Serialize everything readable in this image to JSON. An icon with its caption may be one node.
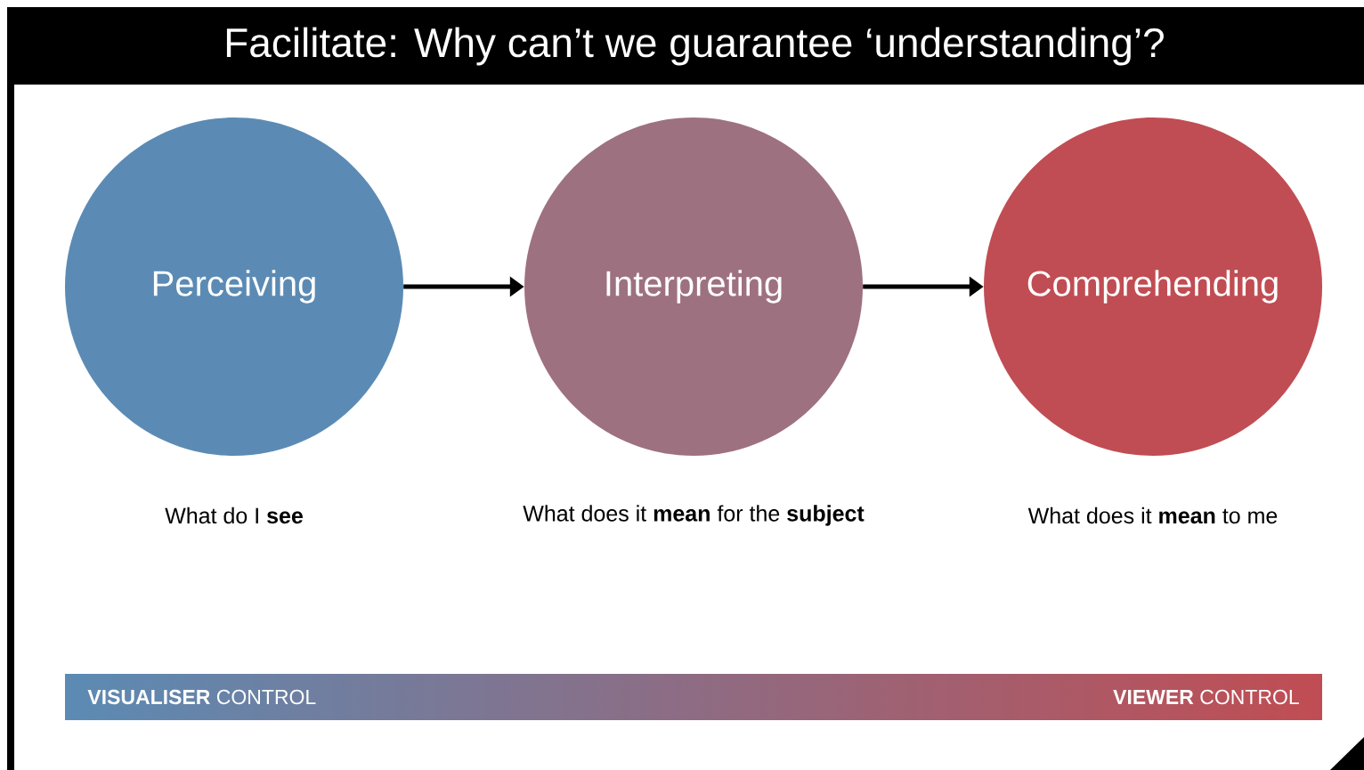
{
  "diagram": {
    "title": "Facilitate: Why can’t we guarantee ‘understanding’?",
    "nodes": [
      {
        "text": [
          "Perceiving"
        ],
        "beside": [
          "What do I **see**"
        ]
      },
      {
        "text": [
          "Interpreting"
        ],
        "beside": [
          "What does it **mean** for the **subject**"
        ]
      },
      {
        "text": [
          "Comprehending"
        ],
        "beside": [
          "What does it **mean** to me"
        ]
      },
      {
        "text": [
          "**VISUALISER** CONTROL",
          "**VIEWER** CONTROL"
        ]
      }
    ],
    "edges": [
      {
        "from": 0,
        "to": 1,
        "arrow": "to"
      },
      {
        "from": 1,
        "to": 2,
        "arrow": "to"
      }
    ]
  }
}
